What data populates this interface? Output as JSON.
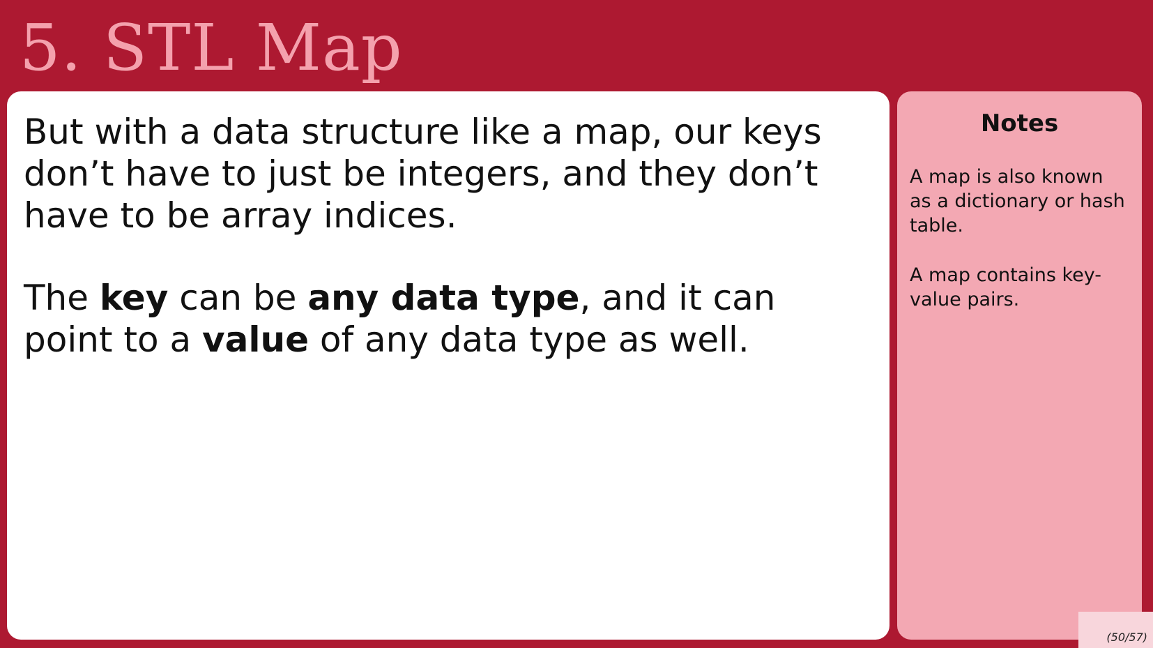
{
  "slide": {
    "title": "5. STL Map"
  },
  "main": {
    "para1": "But with a data structure like a map, our keys don’t have to just be integers, and they don’t have to be array indices.",
    "para2": {
      "t1": "The ",
      "key": "key",
      "t2": " can be ",
      "any_data_type": "any data type",
      "t3": ", and it can point to a ",
      "value": "value",
      "t4": " of any data type as well."
    }
  },
  "notes": {
    "title": "Notes",
    "items": [
      "A map is also known as a dictionary or hash table.",
      "A map contains key-value pairs."
    ]
  },
  "footer": {
    "page_counter": "(50/57)"
  },
  "colors": {
    "background": "#ad1931",
    "title": "#f4a1ad",
    "notes_panel": "#f3a8b3"
  }
}
